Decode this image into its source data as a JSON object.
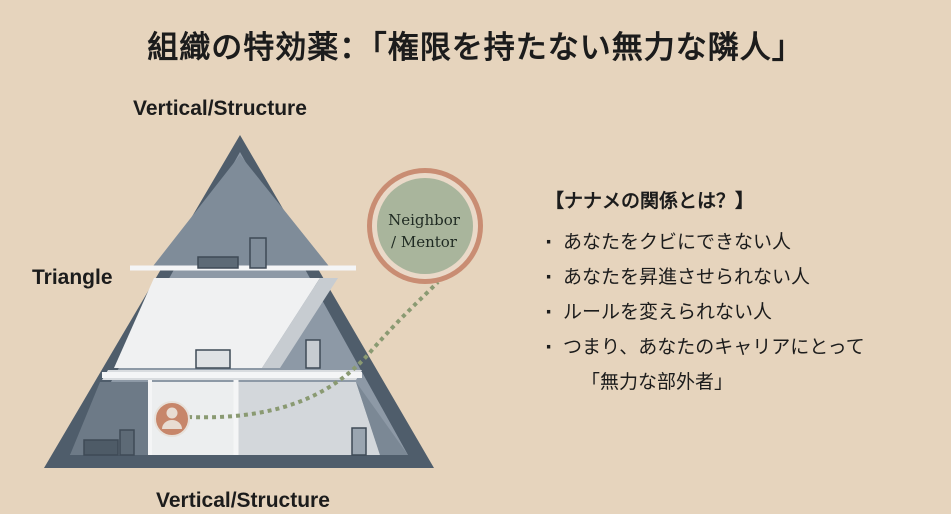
{
  "title": "組織の特効薬：「権限を持たない無力な隣人」",
  "diagram": {
    "label_top": "Vertical/Structure",
    "label_left": "Triangle",
    "label_bottom": "Vertical/Structure",
    "mentor_line1": "Neighbor",
    "mentor_line2": "/ Mentor"
  },
  "panel": {
    "heading": "【ナナメの関係とは？】",
    "bullets": [
      "あなたをクビにできない人",
      "あなたを昇進させられない人",
      "ルールを変えられない人",
      "つまり、あなたのキャリアにとって"
    ],
    "continuation": "「無力な部外者」"
  },
  "colors": {
    "background": "#e6d4bd",
    "frame": "#4f5d6b",
    "floor": "#eef0f1",
    "mentor_fill": "#a9b59c",
    "mentor_ring": "#c98d73",
    "dotted_path": "#8a9a72"
  },
  "icons": [
    "person-icon",
    "building-icons"
  ]
}
